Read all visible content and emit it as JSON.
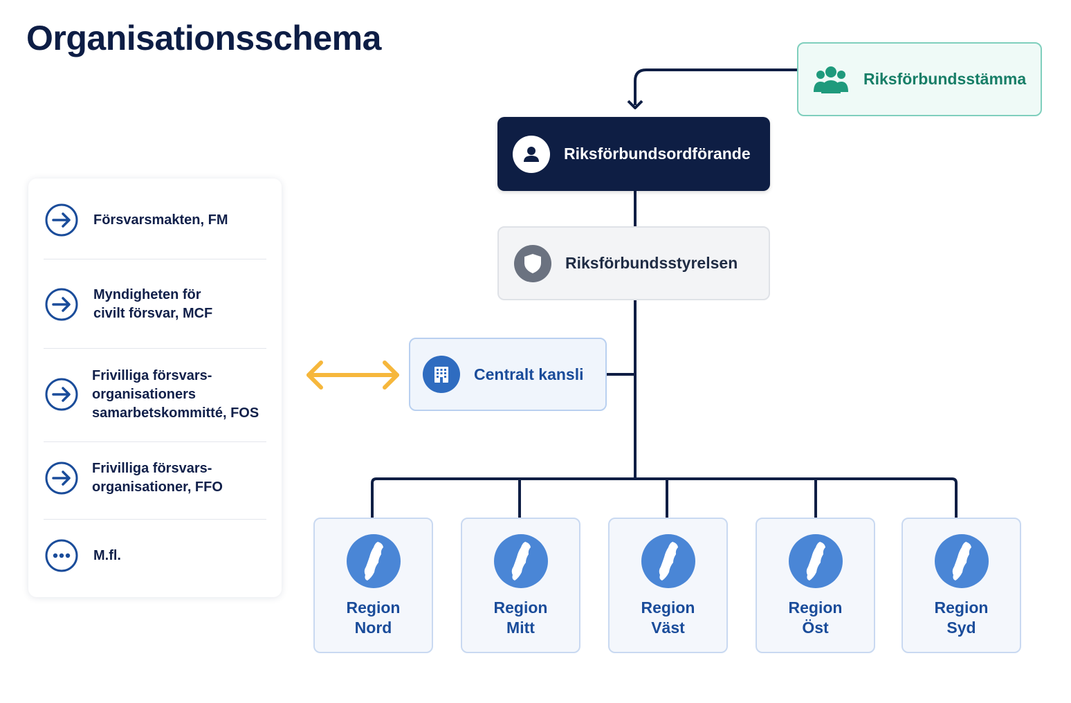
{
  "title": "Organisationsschema",
  "nodes": {
    "stamma": {
      "label": "Riksförbundsstämma",
      "icon": "people-group-icon"
    },
    "ordforande": {
      "label": "Riksförbundsordförande",
      "icon": "user-icon"
    },
    "styrelsen": {
      "label": "Riksförbundsstyrelsen",
      "icon": "shield-icon"
    },
    "kansli": {
      "label": "Centralt kansli",
      "icon": "building-icon"
    }
  },
  "regions": [
    {
      "line1": "Region",
      "line2": "Nord"
    },
    {
      "line1": "Region",
      "line2": "Mitt"
    },
    {
      "line1": "Region",
      "line2": "Väst"
    },
    {
      "line1": "Region",
      "line2": "Öst"
    },
    {
      "line1": "Region",
      "line2": "Syd"
    }
  ],
  "partners": [
    {
      "label": "Försvarsmakten, FM",
      "icon": "arrow-right-circle-icon"
    },
    {
      "label": "Myndigheten för\ncivilt försvar, MCF",
      "icon": "arrow-right-circle-icon"
    },
    {
      "label": "Frivilliga försvars-\norganisationers\nsamarbetskommitté, FOS",
      "icon": "arrow-right-circle-icon"
    },
    {
      "label": "Frivilliga försvars-\norganisationer, FFO",
      "icon": "arrow-right-circle-icon"
    },
    {
      "label": "M.fl.",
      "icon": "more-dots-icon"
    }
  ],
  "colors": {
    "navy": "#0e1e44",
    "teal": "#177e67",
    "blue": "#1a4c9a",
    "region_icon": "#4a86d6",
    "arrow_orange": "#f6b73c"
  }
}
